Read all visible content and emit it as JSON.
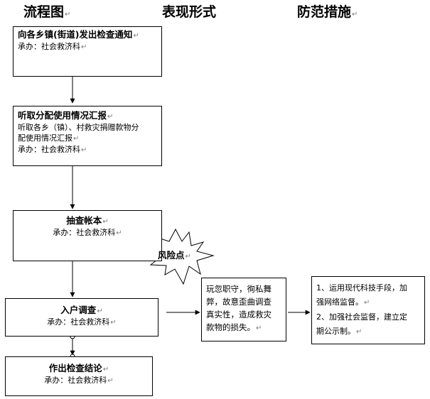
{
  "headers": {
    "flowchart": "流程图",
    "form": "表现形式",
    "measures": "防范措施"
  },
  "para_mark": "↵",
  "steps": [
    {
      "title": "向各乡镇(街道)发出检查通知",
      "lines": [
        "承办：社会救济科"
      ]
    },
    {
      "title": "听取分配使用情况汇报",
      "lines": [
        "听取各乡（镇）、村救灾捐赠款物分",
        "配使用情况汇报",
        "承办：社会救济科"
      ]
    },
    {
      "title": "抽查帐本",
      "lines": [
        "承办：社会救济科"
      ]
    },
    {
      "title": "入户调查",
      "lines": [
        "承办：社会救济科"
      ]
    },
    {
      "title": "作出检查结论",
      "lines": [
        "承办：社会救济科"
      ]
    }
  ],
  "risk": {
    "label": "风险点",
    "form_lines": [
      "玩忽职守，徇私舞",
      "弊，故意歪曲调查",
      "真实性，造成救灾",
      "款物的损失。"
    ]
  },
  "measures_lines": [
    "1、运用现代科技手段，加",
    "强网络监督。",
    "2、加强社会监督，建立定",
    "期公示制。"
  ]
}
